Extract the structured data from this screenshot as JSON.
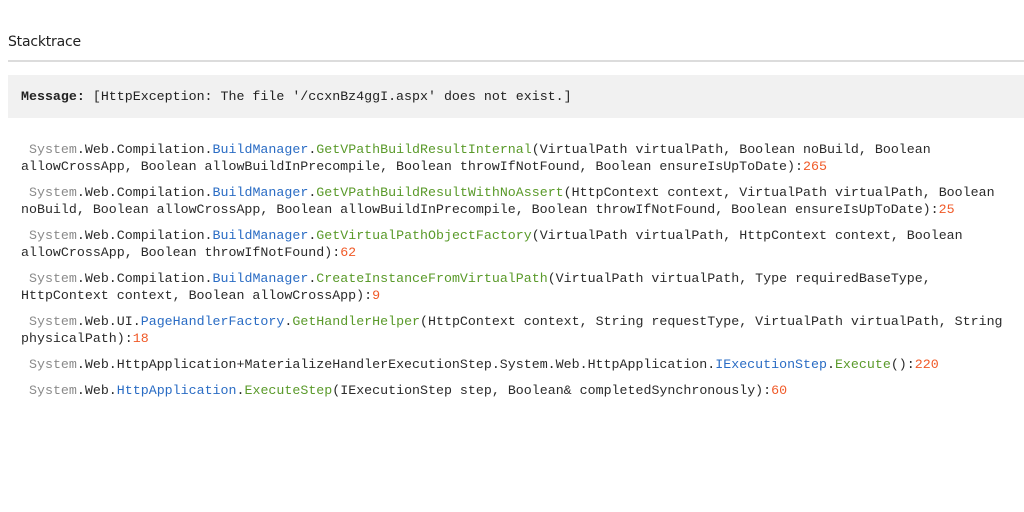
{
  "section": {
    "title": "Stacktrace"
  },
  "message": {
    "label": "Message:",
    "text": "[HttpException: The file '/ccxnBz4ggI.aspx' does not exist.]"
  },
  "colors": {
    "namespace_root": "#8a8a8a",
    "namespace": "#2a2a2a",
    "type": "#2a6cc4",
    "method": "#5a9a2a",
    "line_number": "#f05a28",
    "message_background": "#f1f1f1"
  },
  "frames": [
    {
      "root": "System",
      "ns": ".Web.Compilation.",
      "type": "BuildManager",
      "sep": ".",
      "method": "GetVPathBuildResultInternal",
      "args": "(VirtualPath virtualPath, Boolean noBuild, Boolean allowCrossApp, Boolean allowBuildInPrecompile, Boolean throwIfNotFound, Boolean ensureIsUpToDate):",
      "line": "265"
    },
    {
      "root": "System",
      "ns": ".Web.Compilation.",
      "type": "BuildManager",
      "sep": ".",
      "method": "GetVPathBuildResultWithNoAssert",
      "args": "(HttpContext context, VirtualPath virtualPath, Boolean noBuild, Boolean allowCrossApp, Boolean allowBuildInPrecompile, Boolean throwIfNotFound, Boolean ensureIsUpToDate):",
      "line": "25"
    },
    {
      "root": "System",
      "ns": ".Web.Compilation.",
      "type": "BuildManager",
      "sep": ".",
      "method": "GetVirtualPathObjectFactory",
      "args": "(VirtualPath virtualPath, HttpContext context, Boolean allowCrossApp, Boolean throwIfNotFound):",
      "line": "62"
    },
    {
      "root": "System",
      "ns": ".Web.Compilation.",
      "type": "BuildManager",
      "sep": ".",
      "method": "CreateInstanceFromVirtualPath",
      "args": "(VirtualPath virtualPath, Type requiredBaseType, HttpContext context, Boolean allowCrossApp):",
      "line": "9"
    },
    {
      "root": "System",
      "ns": ".Web.UI.",
      "type": "PageHandlerFactory",
      "sep": ".",
      "method": "GetHandlerHelper",
      "args": "(HttpContext context, String requestType, VirtualPath virtualPath, String physicalPath):",
      "line": "18"
    },
    {
      "root": "System",
      "ns": ".Web.HttpApplication+MaterializeHandlerExecutionStep.System.Web.HttpApplication.",
      "type": "IExecutionStep",
      "sep": ".",
      "method": "Execute",
      "args": "():",
      "line": "220"
    },
    {
      "root": "System",
      "ns": ".Web.",
      "type": "HttpApplication",
      "sep": ".",
      "method": "ExecuteStep",
      "args": "(IExecutionStep step, Boolean& completedSynchronously):",
      "line": "60"
    }
  ]
}
